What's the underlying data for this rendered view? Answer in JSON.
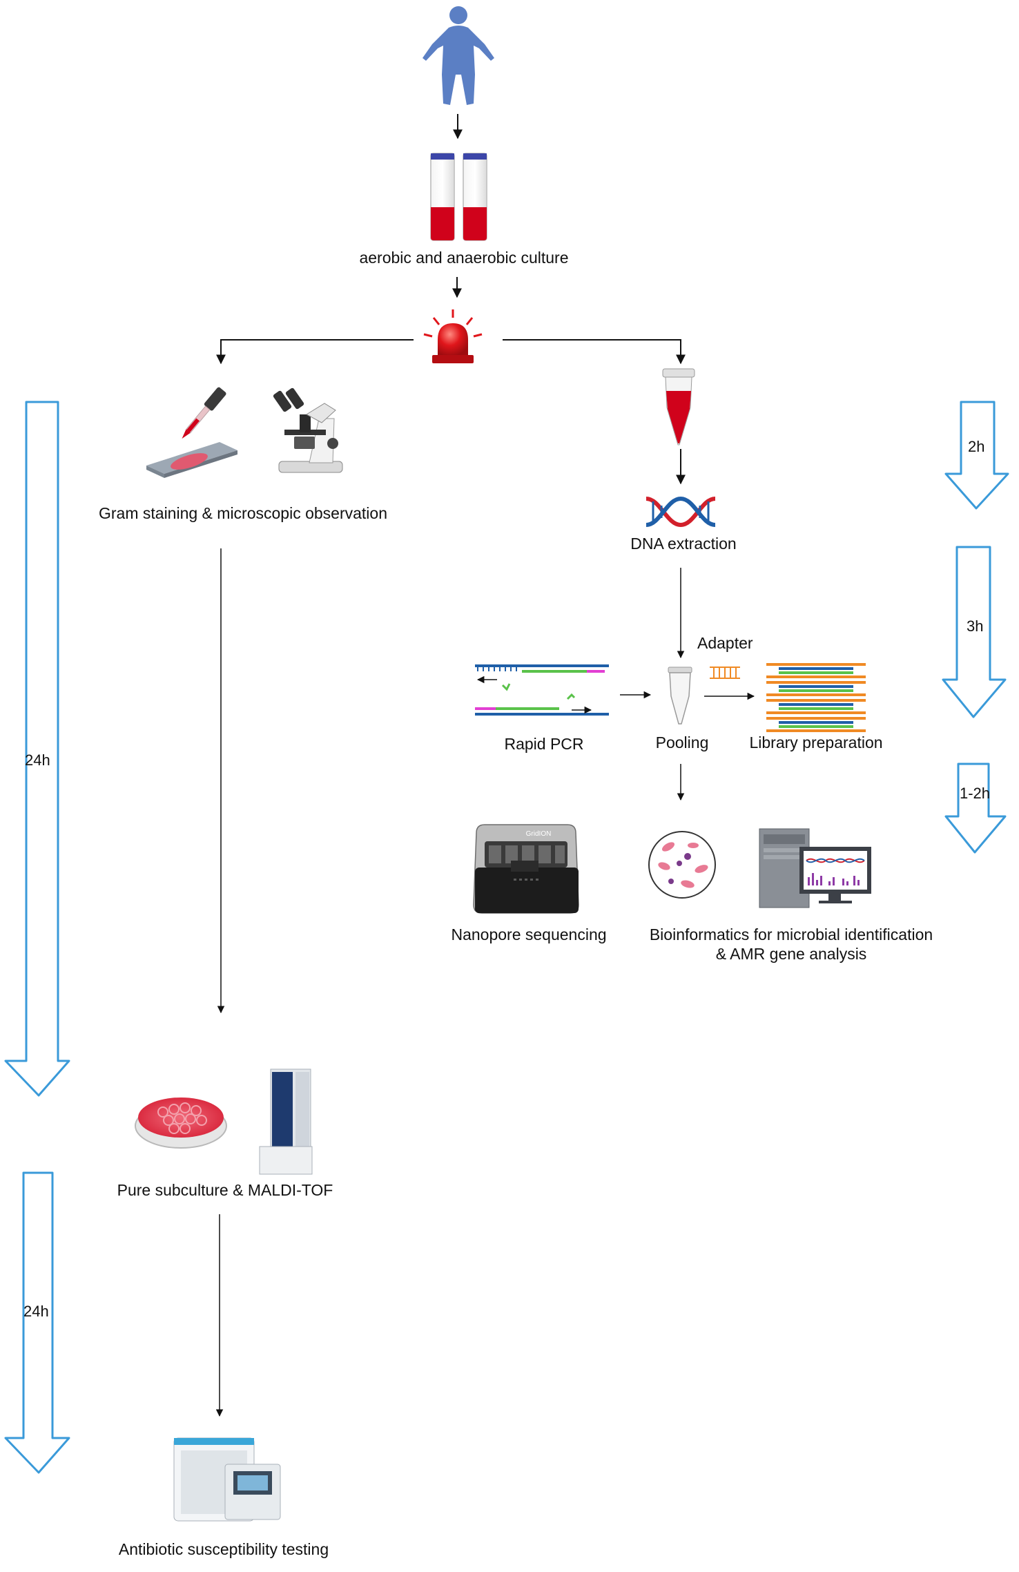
{
  "labels": {
    "culture": "aerobic and anaerobic culture",
    "gram": "Gram staining & microscopic observation",
    "dna": "DNA extraction",
    "adapter": "Adapter",
    "rapid_pcr": "Rapid PCR",
    "pooling": "Pooling",
    "library": "Library preparation",
    "nanopore": "Nanopore sequencing",
    "bioinfo_line1": "Bioinformatics for microbial identification",
    "bioinfo_line2": "& AMR gene analysis",
    "subculture": "Pure subculture & MALDI-TOF",
    "ast": "Antibiotic susceptibility testing"
  },
  "timeline": {
    "left_1": "24h",
    "left_2": "24h",
    "right_1": "2h",
    "right_2": "3h",
    "right_3": "1-2h"
  },
  "device_text": {
    "gridion": "GridION"
  },
  "colors": {
    "timeline_arrow": "#3a9ad9",
    "blood": "#d0021b",
    "alarm": "#e0161b",
    "human": "#5b7fc4",
    "dna_red": "#d2202b",
    "dna_blue": "#1f5fa8"
  }
}
